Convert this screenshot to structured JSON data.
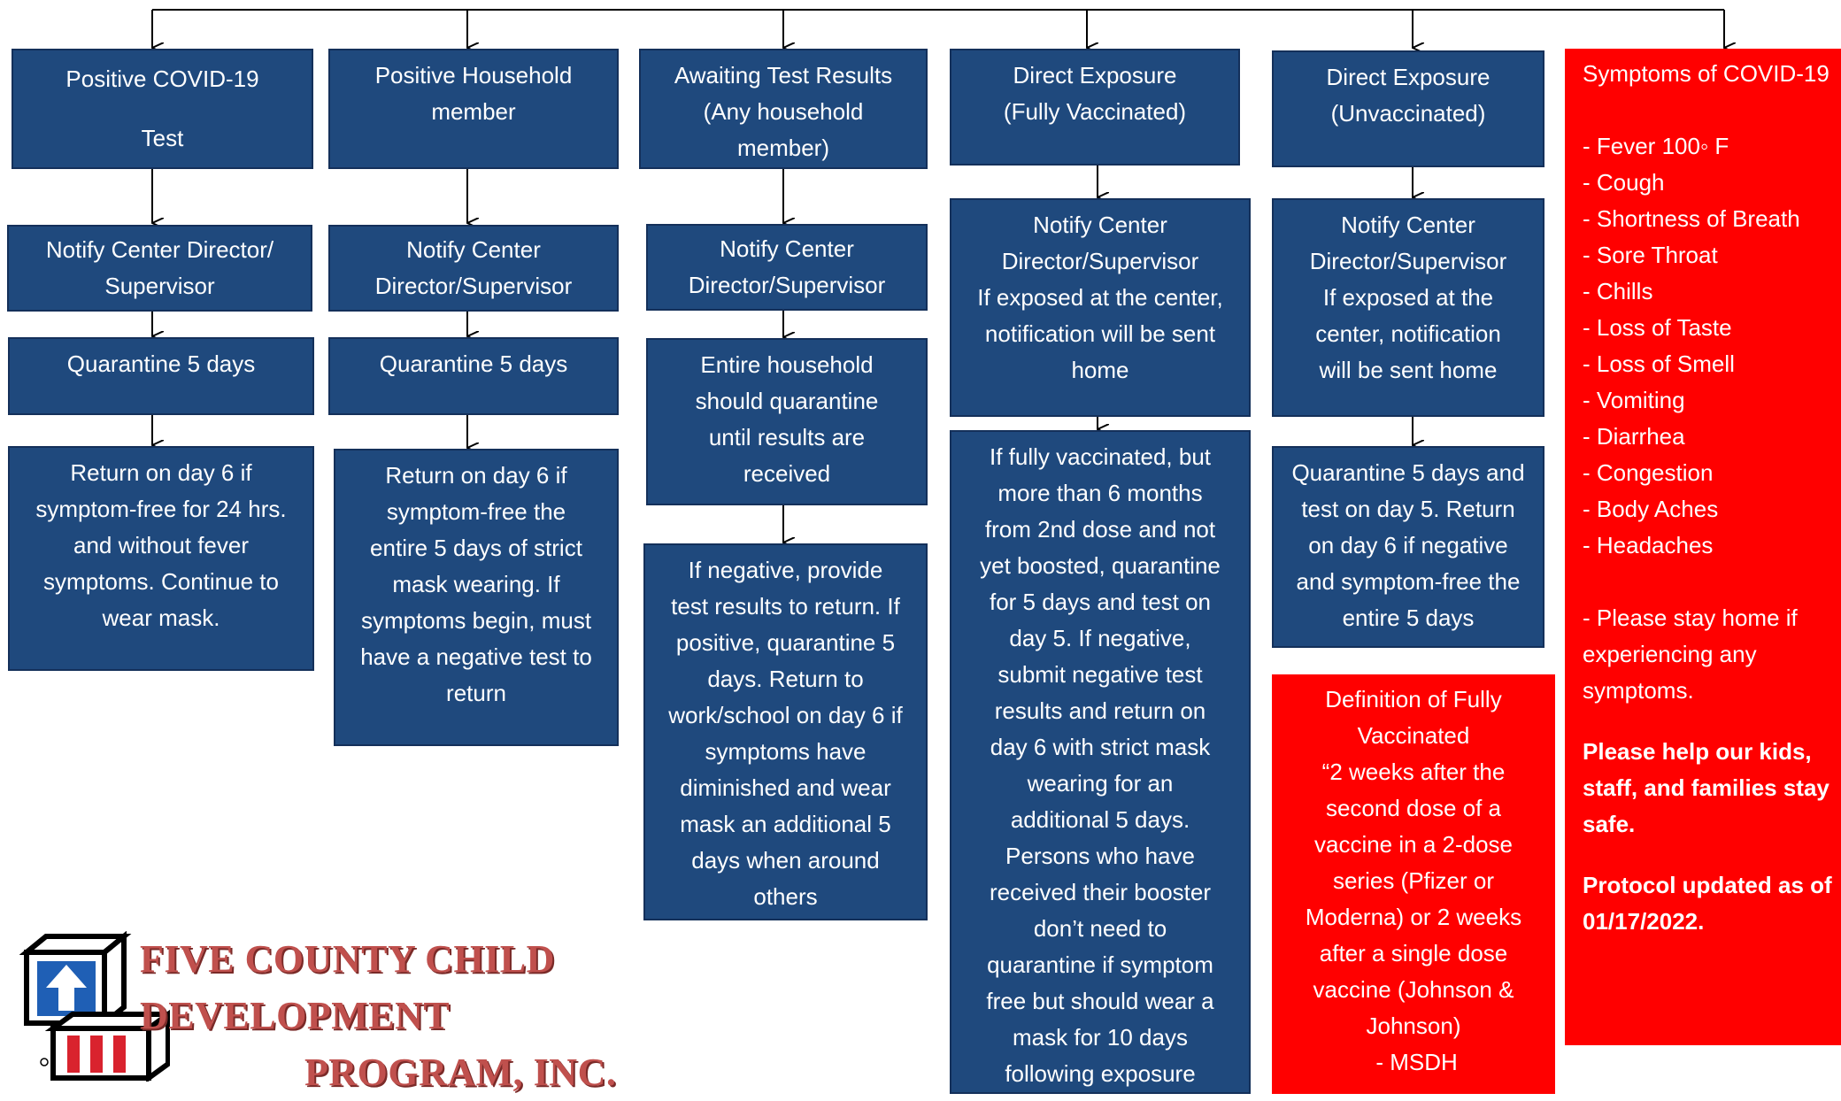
{
  "columns": [
    {
      "header": [
        "Positive COVID-19",
        "",
        "Test"
      ],
      "notify": [
        "Notify Center Director/",
        "Supervisor"
      ],
      "quarantine": [
        "Quarantine 5 days"
      ],
      "outcome": [
        "Return on day 6 if",
        "symptom-free for 24 hrs.",
        "and without fever",
        "symptoms. Continue to",
        "wear  mask."
      ]
    },
    {
      "header": [
        "Positive Household",
        "member"
      ],
      "notify": [
        "Notify Center",
        "Director/Supervisor"
      ],
      "quarantine": [
        "Quarantine 5 days"
      ],
      "outcome": [
        "Return on day 6 if",
        "symptom-free the",
        "entire 5 days of strict",
        "mask wearing. If",
        "symptoms begin, must",
        "have a negative test to",
        "return"
      ]
    },
    {
      "header": [
        "Awaiting Test Results",
        "(Any household",
        "member)"
      ],
      "notify": [
        "Notify Center",
        "Director/Supervisor"
      ],
      "quarantine": [
        "Entire household",
        "should quarantine",
        "until results are",
        "received"
      ],
      "outcome": [
        "If negative, provide",
        "test results to return. If",
        "positive, quarantine 5",
        "days. Return to",
        "work/school on day 6 if",
        "symptoms have",
        "diminished and wear",
        "mask an additional 5",
        "days when around",
        "others"
      ]
    },
    {
      "header": [
        "Direct Exposure",
        "(Fully Vaccinated)"
      ],
      "notify": [
        "Notify Center",
        "Director/Supervisor",
        "If exposed at the center,",
        "notification will be sent",
        "home"
      ],
      "outcome": [
        "If fully vaccinated, but",
        "more than 6 months",
        "from 2nd dose and not",
        "yet boosted, quarantine",
        "for 5 days and test on",
        "day 5. If negative,",
        "submit negative test",
        "results and return on",
        "day 6 with strict mask",
        "wearing for an",
        "additional 5 days.",
        "Persons who have",
        "received their booster",
        "don’t need to",
        "quarantine if symptom",
        "free but should wear a",
        "mask for 10 days",
        "following exposure"
      ]
    },
    {
      "header": [
        "Direct Exposure",
        "(Unvaccinated)"
      ],
      "notify": [
        "Notify Center",
        "Director/Supervisor",
        "If exposed at the",
        "center, notification",
        "will be sent home"
      ],
      "outcome": [
        "Quarantine 5 days and",
        "test on day 5. Return",
        "on day 6 if negative",
        "and symptom-free the",
        "entire 5 days"
      ]
    }
  ],
  "definition": [
    "Definition of Fully",
    "Vaccinated",
    "“2 weeks after the",
    "second dose of a",
    "vaccine in a 2-dose",
    "series (Pfizer or",
    "Moderna) or 2 weeks",
    "after a single dose",
    "vaccine (Johnson &",
    "Johnson)",
    " - MSDH"
  ],
  "symptoms": {
    "title": "Symptoms of COVID-19",
    "items": [
      "- Fever 100◦ F",
      "- Cough",
      "- Shortness of Breath",
      "- Sore Throat",
      "- Chills",
      "- Loss of Taste",
      "- Loss of Smell",
      "- Vomiting",
      "- Diarrhea",
      "- Congestion",
      "- Body Aches",
      "- Headaches"
    ],
    "note": [
      "- Please stay home if",
      "experiencing any",
      "symptoms."
    ],
    "appeal": [
      "Please help our kids,",
      "staff, and families stay",
      "safe."
    ],
    "updated": [
      "Protocol updated as of",
      "01/17/2022."
    ]
  },
  "logo": {
    "line1": "FIVE COUNTY CHILD DEVELOPMENT",
    "line2": "PROGRAM, INC.",
    "colors": {
      "text": "#c0504d",
      "blue": "#1f5fb5",
      "red": "#d9232e"
    }
  },
  "colors": {
    "box": "#1f497d",
    "alert": "#ff0000",
    "line": "#000000"
  }
}
